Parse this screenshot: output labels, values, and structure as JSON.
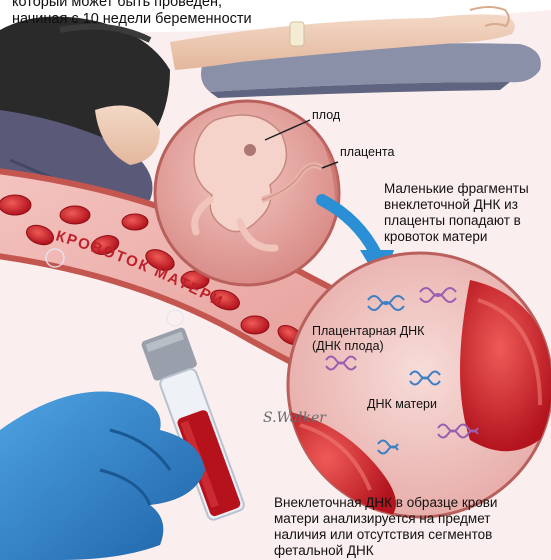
{
  "header": {
    "line1": "который может быть проведён,",
    "line2": "начиная с 10 недели беременности"
  },
  "labels": {
    "fetus": "плод",
    "placenta": "плацента",
    "fragments": "Маленькие фрагменты внеклеточной ДНК из плаценты попадают в кровоток матери",
    "placental_dna_1": "Плацентарная ДНК",
    "placental_dna_2": "(ДНК плода)",
    "maternal_dna": "ДНК матери",
    "bloodstream": "КРОВОТОК МАТЕРИ",
    "signature": "S.Walker",
    "footer": "Внеклеточная ДНК в образце крови матери анализируется на предмет наличия или отсутствия сегментов фетальной ДНК"
  },
  "colors": {
    "blood": "#c0202a",
    "vessel": "#e8a2a0",
    "circle_bg": "#f0c6c4",
    "glove": "#2f86c8",
    "arrow": "#2a8fd4",
    "fetal_dna": "#3d7fc4",
    "maternal_dna": "#9a5fb0"
  }
}
